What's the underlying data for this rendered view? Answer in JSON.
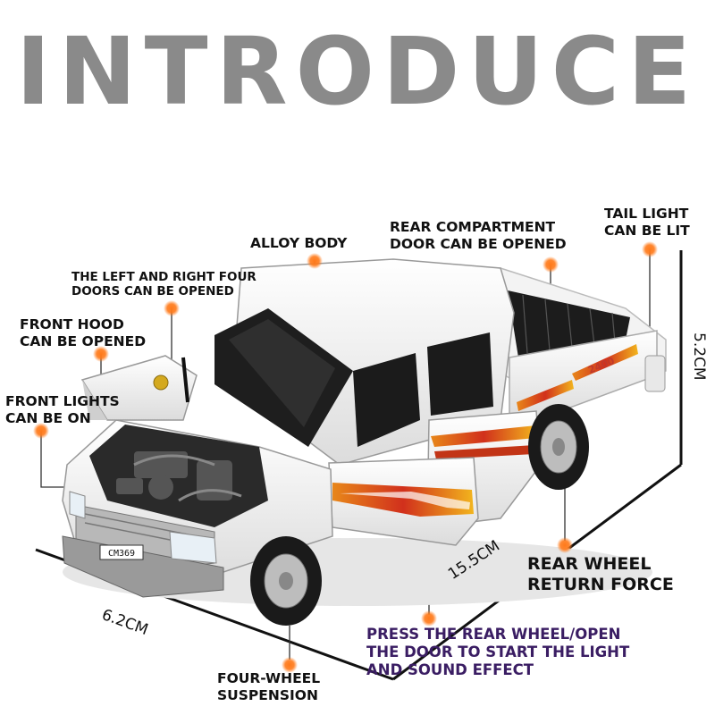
{
  "title": "INTRODUCE",
  "labels": {
    "alloy_body": "ALLOY BODY",
    "rear_compartment": [
      "REAR COMPARTMENT",
      "DOOR CAN BE OPENED"
    ],
    "tail_light": [
      "TAIL LIGHT",
      "CAN BE LIT"
    ],
    "four_doors": [
      "THE LEFT AND RIGHT FOUR",
      "DOORS CAN BE OPENED"
    ],
    "front_hood": [
      "FRONT HOOD",
      "CAN BE OPENED"
    ],
    "front_lights": [
      "FRONT LIGHTS",
      "CAN BE ON"
    ],
    "rear_wheel": [
      "REAR WHEEL",
      "RETURN FORCE"
    ],
    "press_rear": [
      "PRESS THE REAR WHEEL/OPEN",
      "THE DOOR TO START THE LIGHT",
      "AND SOUND EFFECT"
    ],
    "four_wheel": [
      "FOUR-WHEEL",
      "SUSPENSION"
    ]
  },
  "dimensions": {
    "length": "15.5CM",
    "width": "6.2CM",
    "height": "5.2CM"
  },
  "vehicle": {
    "plate": "CM369",
    "side_decal": "2400"
  },
  "colors": {
    "title": "#8a8a8a",
    "marker": "#ff7a1a",
    "accent_text": "#3a1d63"
  }
}
